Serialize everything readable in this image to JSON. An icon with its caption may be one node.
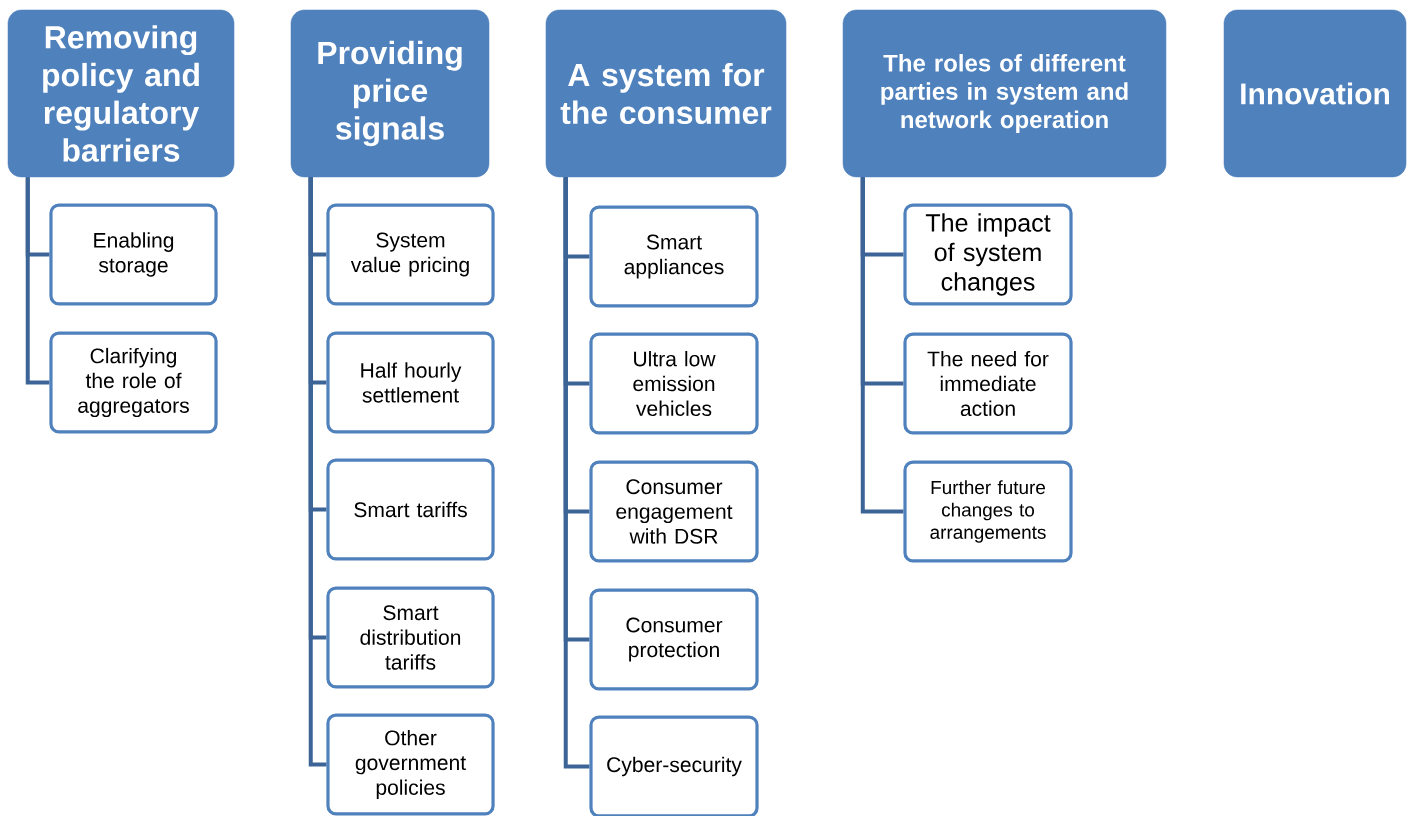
{
  "diagram": {
    "nodes": [
      {
        "text": [
          "Removing policy and regulatory barriers"
        ]
      },
      {
        "text": [
          "Enabling storage"
        ]
      },
      {
        "text": [
          "Clarifying the role of aggregators"
        ]
      },
      {
        "text": [
          "Providing price signals"
        ]
      },
      {
        "text": [
          "System value pricing"
        ]
      },
      {
        "text": [
          "Half hourly settlement"
        ]
      },
      {
        "text": [
          "Smart tariffs"
        ]
      },
      {
        "text": [
          "Smart distribution tariffs"
        ]
      },
      {
        "text": [
          "Other government policies"
        ]
      },
      {
        "text": [
          "A system for the consumer"
        ]
      },
      {
        "text": [
          "Smart appliances"
        ]
      },
      {
        "text": [
          "Ultra low emission vehicles"
        ]
      },
      {
        "text": [
          "Consumer engagement with DSR"
        ]
      },
      {
        "text": [
          "Consumer protection"
        ]
      },
      {
        "text": [
          "Cyber-security"
        ]
      },
      {
        "text": [
          "The roles of different parties in system and network operation"
        ]
      },
      {
        "text": [
          "The impact of system changes"
        ]
      },
      {
        "text": [
          "The need for immediate action"
        ]
      },
      {
        "text": [
          "Further future changes to arrangements"
        ]
      },
      {
        "text": [
          "Innovation"
        ]
      }
    ],
    "edges": [
      {
        "from": 0,
        "to": 1,
        "arrow": "none"
      },
      {
        "from": 0,
        "to": 2,
        "arrow": "none"
      },
      {
        "from": 3,
        "to": 4,
        "arrow": "none"
      },
      {
        "from": 3,
        "to": 5,
        "arrow": "none"
      },
      {
        "from": 3,
        "to": 6,
        "arrow": "none"
      },
      {
        "from": 3,
        "to": 7,
        "arrow": "none"
      },
      {
        "from": 3,
        "to": 8,
        "arrow": "none"
      },
      {
        "from": 9,
        "to": 10,
        "arrow": "none"
      },
      {
        "from": 9,
        "to": 11,
        "arrow": "none"
      },
      {
        "from": 9,
        "to": 12,
        "arrow": "none"
      },
      {
        "from": 9,
        "to": 13,
        "arrow": "none"
      },
      {
        "from": 9,
        "to": 14,
        "arrow": "none"
      },
      {
        "from": 15,
        "to": 16,
        "arrow": "none"
      },
      {
        "from": 15,
        "to": 17,
        "arrow": "none"
      },
      {
        "from": 15,
        "to": 18,
        "arrow": "none"
      }
    ]
  }
}
